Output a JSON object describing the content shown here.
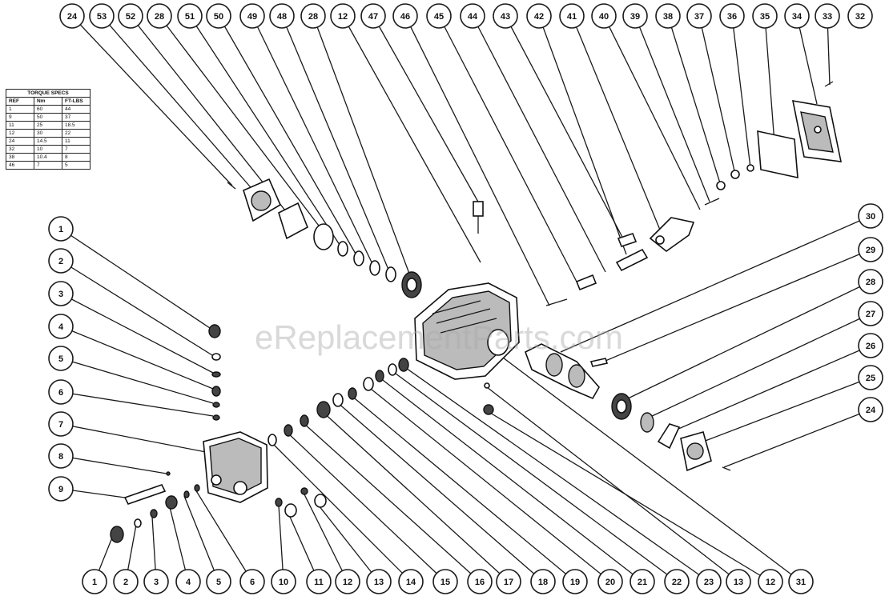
{
  "watermark": "eReplacementParts.com",
  "torque_table": {
    "title": "TORQUE SPECS",
    "headers": [
      "REF",
      "Nm",
      "FT-LBS"
    ],
    "rows": [
      [
        "1",
        "60",
        "44"
      ],
      [
        "9",
        "50",
        "37"
      ],
      [
        "11",
        "25",
        "18.5"
      ],
      [
        "12",
        "30",
        "22"
      ],
      [
        "24",
        "14.5",
        "11"
      ],
      [
        "32",
        "10",
        "7"
      ],
      [
        "38",
        "10.4",
        "8"
      ],
      [
        "46",
        "7",
        "5"
      ]
    ]
  },
  "callouts": {
    "top": [
      "24",
      "53",
      "52",
      "28",
      "51",
      "50",
      "49",
      "48",
      "28",
      "12",
      "47",
      "46",
      "45",
      "44",
      "43",
      "42",
      "41",
      "40",
      "39",
      "38",
      "37",
      "36",
      "35",
      "34",
      "33",
      "32"
    ],
    "left": [
      "1",
      "2",
      "3",
      "4",
      "5",
      "6",
      "7",
      "8",
      "9"
    ],
    "right": [
      "30",
      "29",
      "28",
      "27",
      "26",
      "25",
      "24"
    ],
    "bottom": [
      "1",
      "2",
      "3",
      "4",
      "5",
      "6",
      "10",
      "11",
      "12",
      "13",
      "14",
      "15",
      "16",
      "17",
      "18",
      "19",
      "20",
      "21",
      "22",
      "23",
      "13",
      "12",
      "31"
    ]
  },
  "colors": {
    "line": "#1a1a1a",
    "watermark": "#aaaaaa"
  }
}
